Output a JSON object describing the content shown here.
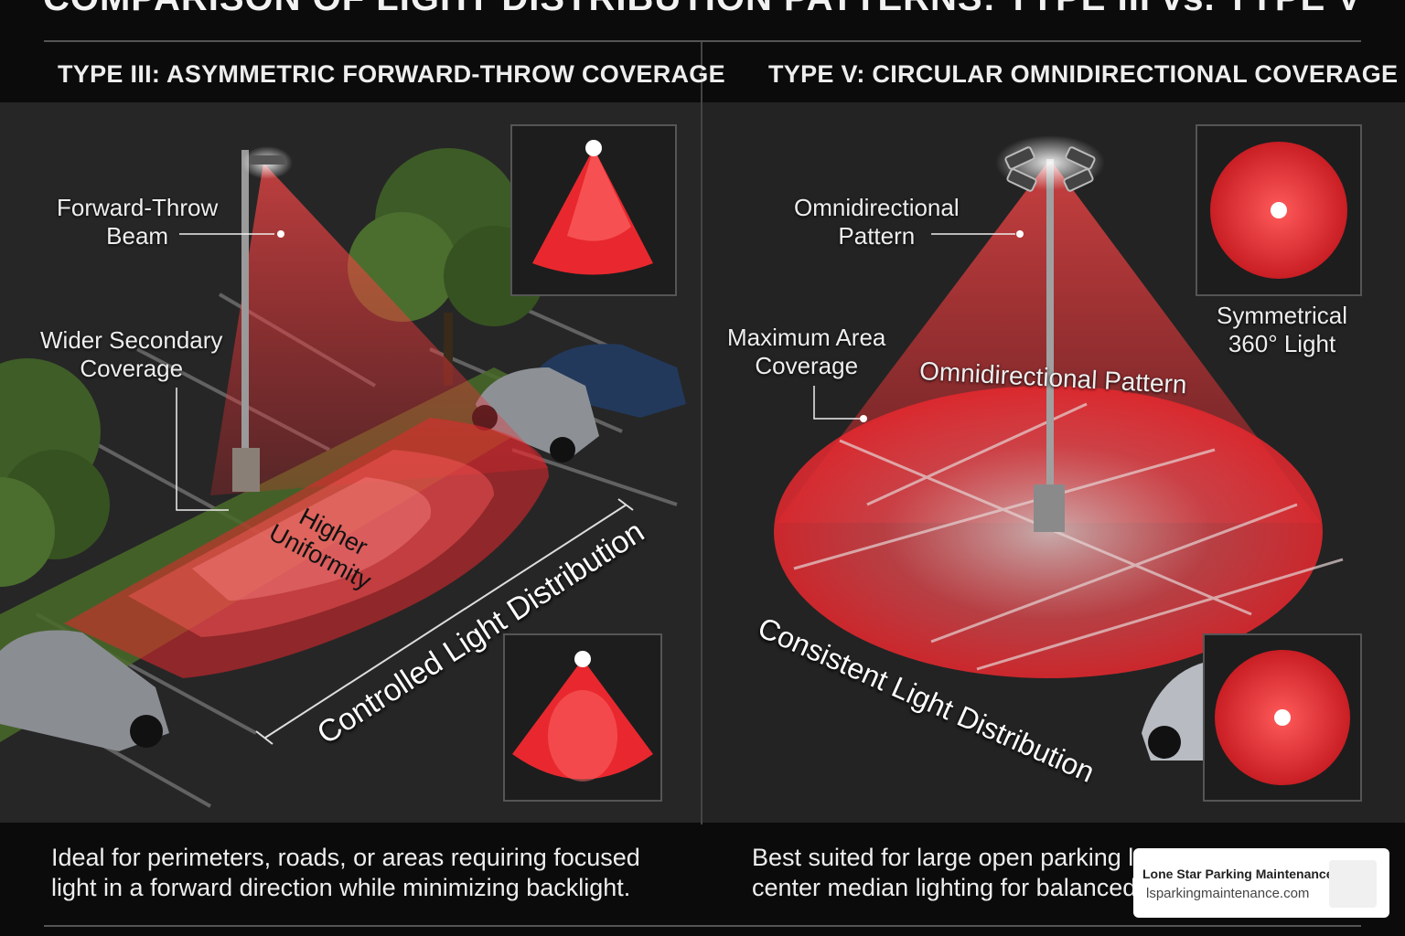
{
  "title": "COMPARISON OF LIGHT DISTRIBUTION PATTERNS: TYPE III vs. TYPE V",
  "left_panel": {
    "heading": "TYPE III: ASYMMETRIC FORWARD-THROW COVERAGE",
    "label_forward_throw": "Forward-Throw\nBeam",
    "label_wider_secondary": "Wider Secondary\nCoverage",
    "label_higher_uniformity": "Higher\nUniformity",
    "label_controlled": "Controlled Light Distribution",
    "description": "Ideal for perimeters, roads, or areas requiring focused light in a forward direction while minimizing backlight."
  },
  "right_panel": {
    "heading": "TYPE V: CIRCULAR OMNIDIRECTIONAL COVERAGE",
    "label_omni_pattern": "Omnidirectional\nPattern",
    "label_max_area": "Maximum Area\nCoverage",
    "label_omni_arc": "Omnidirectional Pattern",
    "label_symmetrical": "Symmetrical\n360° Light",
    "label_consistent": "Consistent Light Distribution",
    "description": "Best suited for large open parking l",
    "description_line2": "center median lighting for balanced,"
  },
  "badge": {
    "name": "Lone Star Parking Maintenance",
    "url": "lsparkingmaintenance.com"
  },
  "colors": {
    "accent_red": "#e8282e",
    "background": "#0b0b0b",
    "asphalt": "#2a2a2a"
  }
}
